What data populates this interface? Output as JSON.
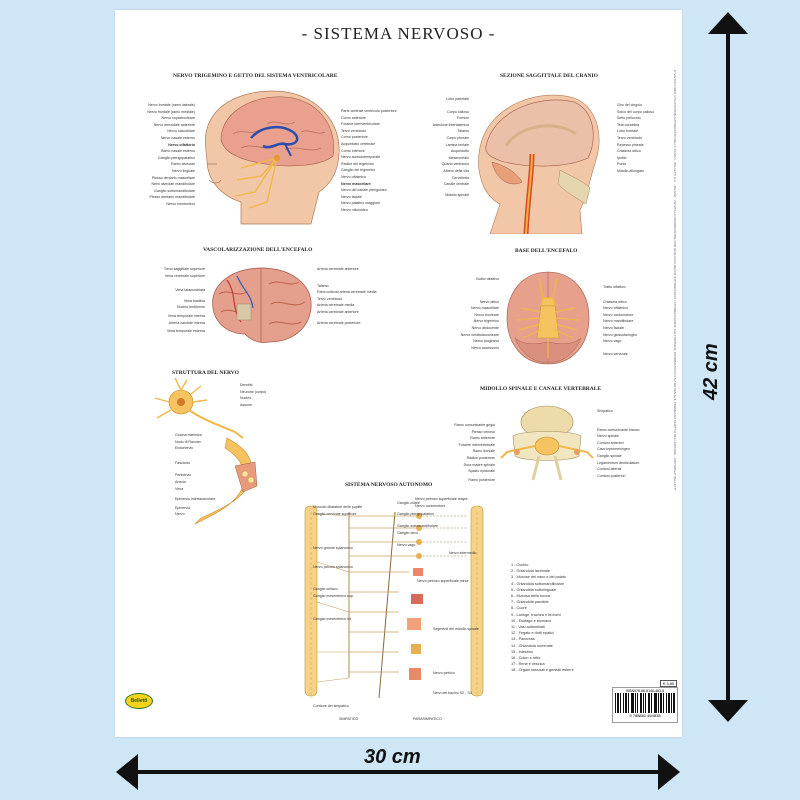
{
  "poster": {
    "title": "- SISTEMA NERVOSO -",
    "price": "€ 3,80",
    "barcode_top": "ISBN978-88-8146-483-8",
    "barcode_bottom": "9 788881 464838",
    "logo": "Belletti",
    "side_text": "E' VIETATO OGNI UTILIZZO NON AUTORIZZATO DELLA TAVOLA  ·  BELLETTI S.r.l. - MILANO  ·  VIETATA LA RIPRODUZIONE CON QUALSIASI MEZZO (FOTOGRAFICO, FOTOMECCANICO, ELETTRONICO, INFORMATICO) O ALTRO SENZA IL PERMESSO SCRITTO DELL'EDITORE  ·  COPYRIGHT BELLETTI"
  },
  "sections": {
    "trigemino": "NERVO TRIGEMINO E GETTO DEL SISTEMA VENTRICOLARE",
    "sagittale": "SEZIONE SAGGITTALE DEL CRANIO",
    "vascolarizzazione": "VASCOLARIZZAZIONE DELL'ENCEFALO",
    "base": "BASE DELL'ENCEFALO",
    "struttura": "STRUTTURA DEL NERVO",
    "midollo": "MIDOLLO SPINALE E CANALE VERTEBRALE",
    "autonomo": "SISTEMA NERVOSO AUTONOMO"
  },
  "labels": {
    "trigemino_left": [
      "Nervo frontale (ramo laterale)",
      "Nervo frontale (ramo mediale)",
      "Nervo sopratrocleare",
      "Nervo etmoidale anteriore",
      "Nervo nasociliare",
      "Nervo nasale esterno",
      "Nervo olfattorio",
      "Ramo nasale esterno",
      "Ganglio pterigopalatino",
      "Ramo alveolari",
      "Nervo linguale",
      "Plesso dentario mascellare",
      "Nervi alveolari mandibolare",
      "Ganglio sottomandibolare",
      "Plesso dentario mandibolare",
      "Nervo mentoniero"
    ],
    "trigemino_right": [
      "Parte centrale ventricolo posteriore",
      "Corno anteriore",
      "Forame interventricolare",
      "Terzo ventricolo",
      "Corno posteriore",
      "Acquedotto cerebrale",
      "Corno inferiore",
      "Nervo auricolotemporale",
      "Radice del trigemino",
      "Ganglio del trigemino",
      "Nervo oftalmico",
      "Nervo mascellare",
      "Nervo del canale pterigoideo",
      "Nervo faciale",
      "Nervo palatino maggiore",
      "Nervo miloioideo"
    ],
    "sagittale_left": [
      "Lobo parietale",
      "Corpo calloso",
      "Fornice",
      "Adesione intertalamica",
      "Talamo",
      "Corpo pineale",
      "Lamina tectale",
      "Acquedotto",
      "Mesencefalo",
      "Quarto ventricolo",
      "Albero della vita",
      "Cervelletto",
      "Canale centrale",
      "Midollo spinale"
    ],
    "sagittale_right": [
      "Giro del cingolo",
      "Solco del corpo calloso",
      "Setto pellucido",
      "Tela corioidea",
      "Lobo frontale",
      "Terzo ventricolo",
      "Recesso pineale",
      "Chiasma ottico",
      "Ipofisi",
      "Ponte",
      "Midollo allungato"
    ],
    "vasc_left": [
      "Seno saggittale superiore",
      "Vena cerebrale superiore",
      "Vena talamostriata",
      "Vena basilica",
      "Nucleo lentiforme",
      "Vena temporale interna",
      "Arteria carotide interna",
      "Vena temporale esterna"
    ],
    "vasc_right": [
      "Arteria cerebrale anteriore",
      "Talamo",
      "Rami corticali arteria cerebrale media",
      "Terzo ventricolo",
      "Arteria cerebrale media",
      "Arteria cerebrale anteriore",
      "Arteria cerebrale posteriore"
    ],
    "base_left": [
      "Bulbo olfattivo",
      "Nervo ottico",
      "Nervo mascellare",
      "Nervo trocleare",
      "Nervo trigemino",
      "Nervo abducente",
      "Nervo vestibolococleare",
      "Nervo ipoglosso",
      "Nervo accessorio"
    ],
    "base_right": [
      "Tratto olfattivo",
      "Chiasma ottico",
      "Nervo oftalmico",
      "Nervo oculomotore",
      "Nervo mandibolare",
      "Nervo faciale",
      "Nervo glossofaringeo",
      "Nervo vago",
      "Nervo cervicale"
    ],
    "struttura": [
      "Dendriti",
      "Neurone (corpo)",
      "Nucleo",
      "Assone",
      "Guaina mielinica",
      "Nodo di Ranvier",
      "Endonervio",
      "Fascicolo",
      "Perinervio",
      "Arteria",
      "Vena",
      "Epinervio interfascicolare",
      "Epinervio",
      "Nervo"
    ],
    "midollo_left": [
      "Ramo comunicante grigio",
      "Plesso venoso",
      "Ramo anteriore",
      "Forame intervertebrale",
      "Ramo dorsale",
      "Radice posteriore",
      "Dura madre spinale",
      "Spazio epidurale",
      "Ramo posteriore"
    ],
    "midollo_right": [
      "Simpatico",
      "Ramo comunicante bianco",
      "Nervo spinale",
      "Cordoni anteriori",
      "Cavo leptomeningeo",
      "Ganglio spinale",
      "Legamentum denticulatum",
      "Cordoni laterali",
      "Cordoni posteriori"
    ],
    "autonomo_left": [
      "Muscolo dilatatore delle pupille",
      "Ganglio cervicale superiore",
      "Nervo grande splancnico",
      "Nervo piccolo splancnico",
      "Ganglio celiaco",
      "Ganglio mesenterico sup.",
      "Ganglio mesenterico inf.",
      "Cordone del simpatico"
    ],
    "autonomo_mid": [
      "Ganglio ciliare",
      "Ganglio pterigopalatino",
      "Ganglio sottomandibolare",
      "Ganglio otico",
      "Nervo vago",
      "Nervo petroso superficiale minor",
      "Segmenti del midollo spinale",
      "Nervo pelvico",
      "Nervi del bacino S2 - S4"
    ],
    "autonomo_top": [
      "Nervo petroso superficiale mayor",
      "Nervo oculomotore",
      "Nervo intermedio"
    ],
    "autonomo_bottom": [
      "SIMPATICO",
      "PARASIMPATICO"
    ]
  },
  "legend": [
    "1 - Occhio",
    "2 - Ghiandola lacrimale",
    "3 - Mucose del naso e del palato",
    "4 - Ghiandola sottomandibolare",
    "5 - Ghiandola sottolinguale",
    "6 - Mucosa della bocca",
    "7 - Ghiandola parotide",
    "8 - Cuore",
    "9 - Laringe, trachea e bronchi",
    "10 - Esofago e stomaco",
    "11 - Vasi addominali",
    "12 - Fegato e dotti epatici",
    "13 - Pancreas",
    "14 - Ghiandola surrenale",
    "15 - Intestino",
    "16 - Colon e retto",
    "17 - Rene e vescica",
    "18 - Organi sessuali e genitali esterni"
  ],
  "dimensions": {
    "width": "30 cm",
    "height": "42 cm"
  },
  "colors": {
    "background": "#cfe6f7",
    "brain": "#e9a08e",
    "nerve": "#f0b848",
    "ventricle": "#2a4db0",
    "arrow": "#111111"
  }
}
